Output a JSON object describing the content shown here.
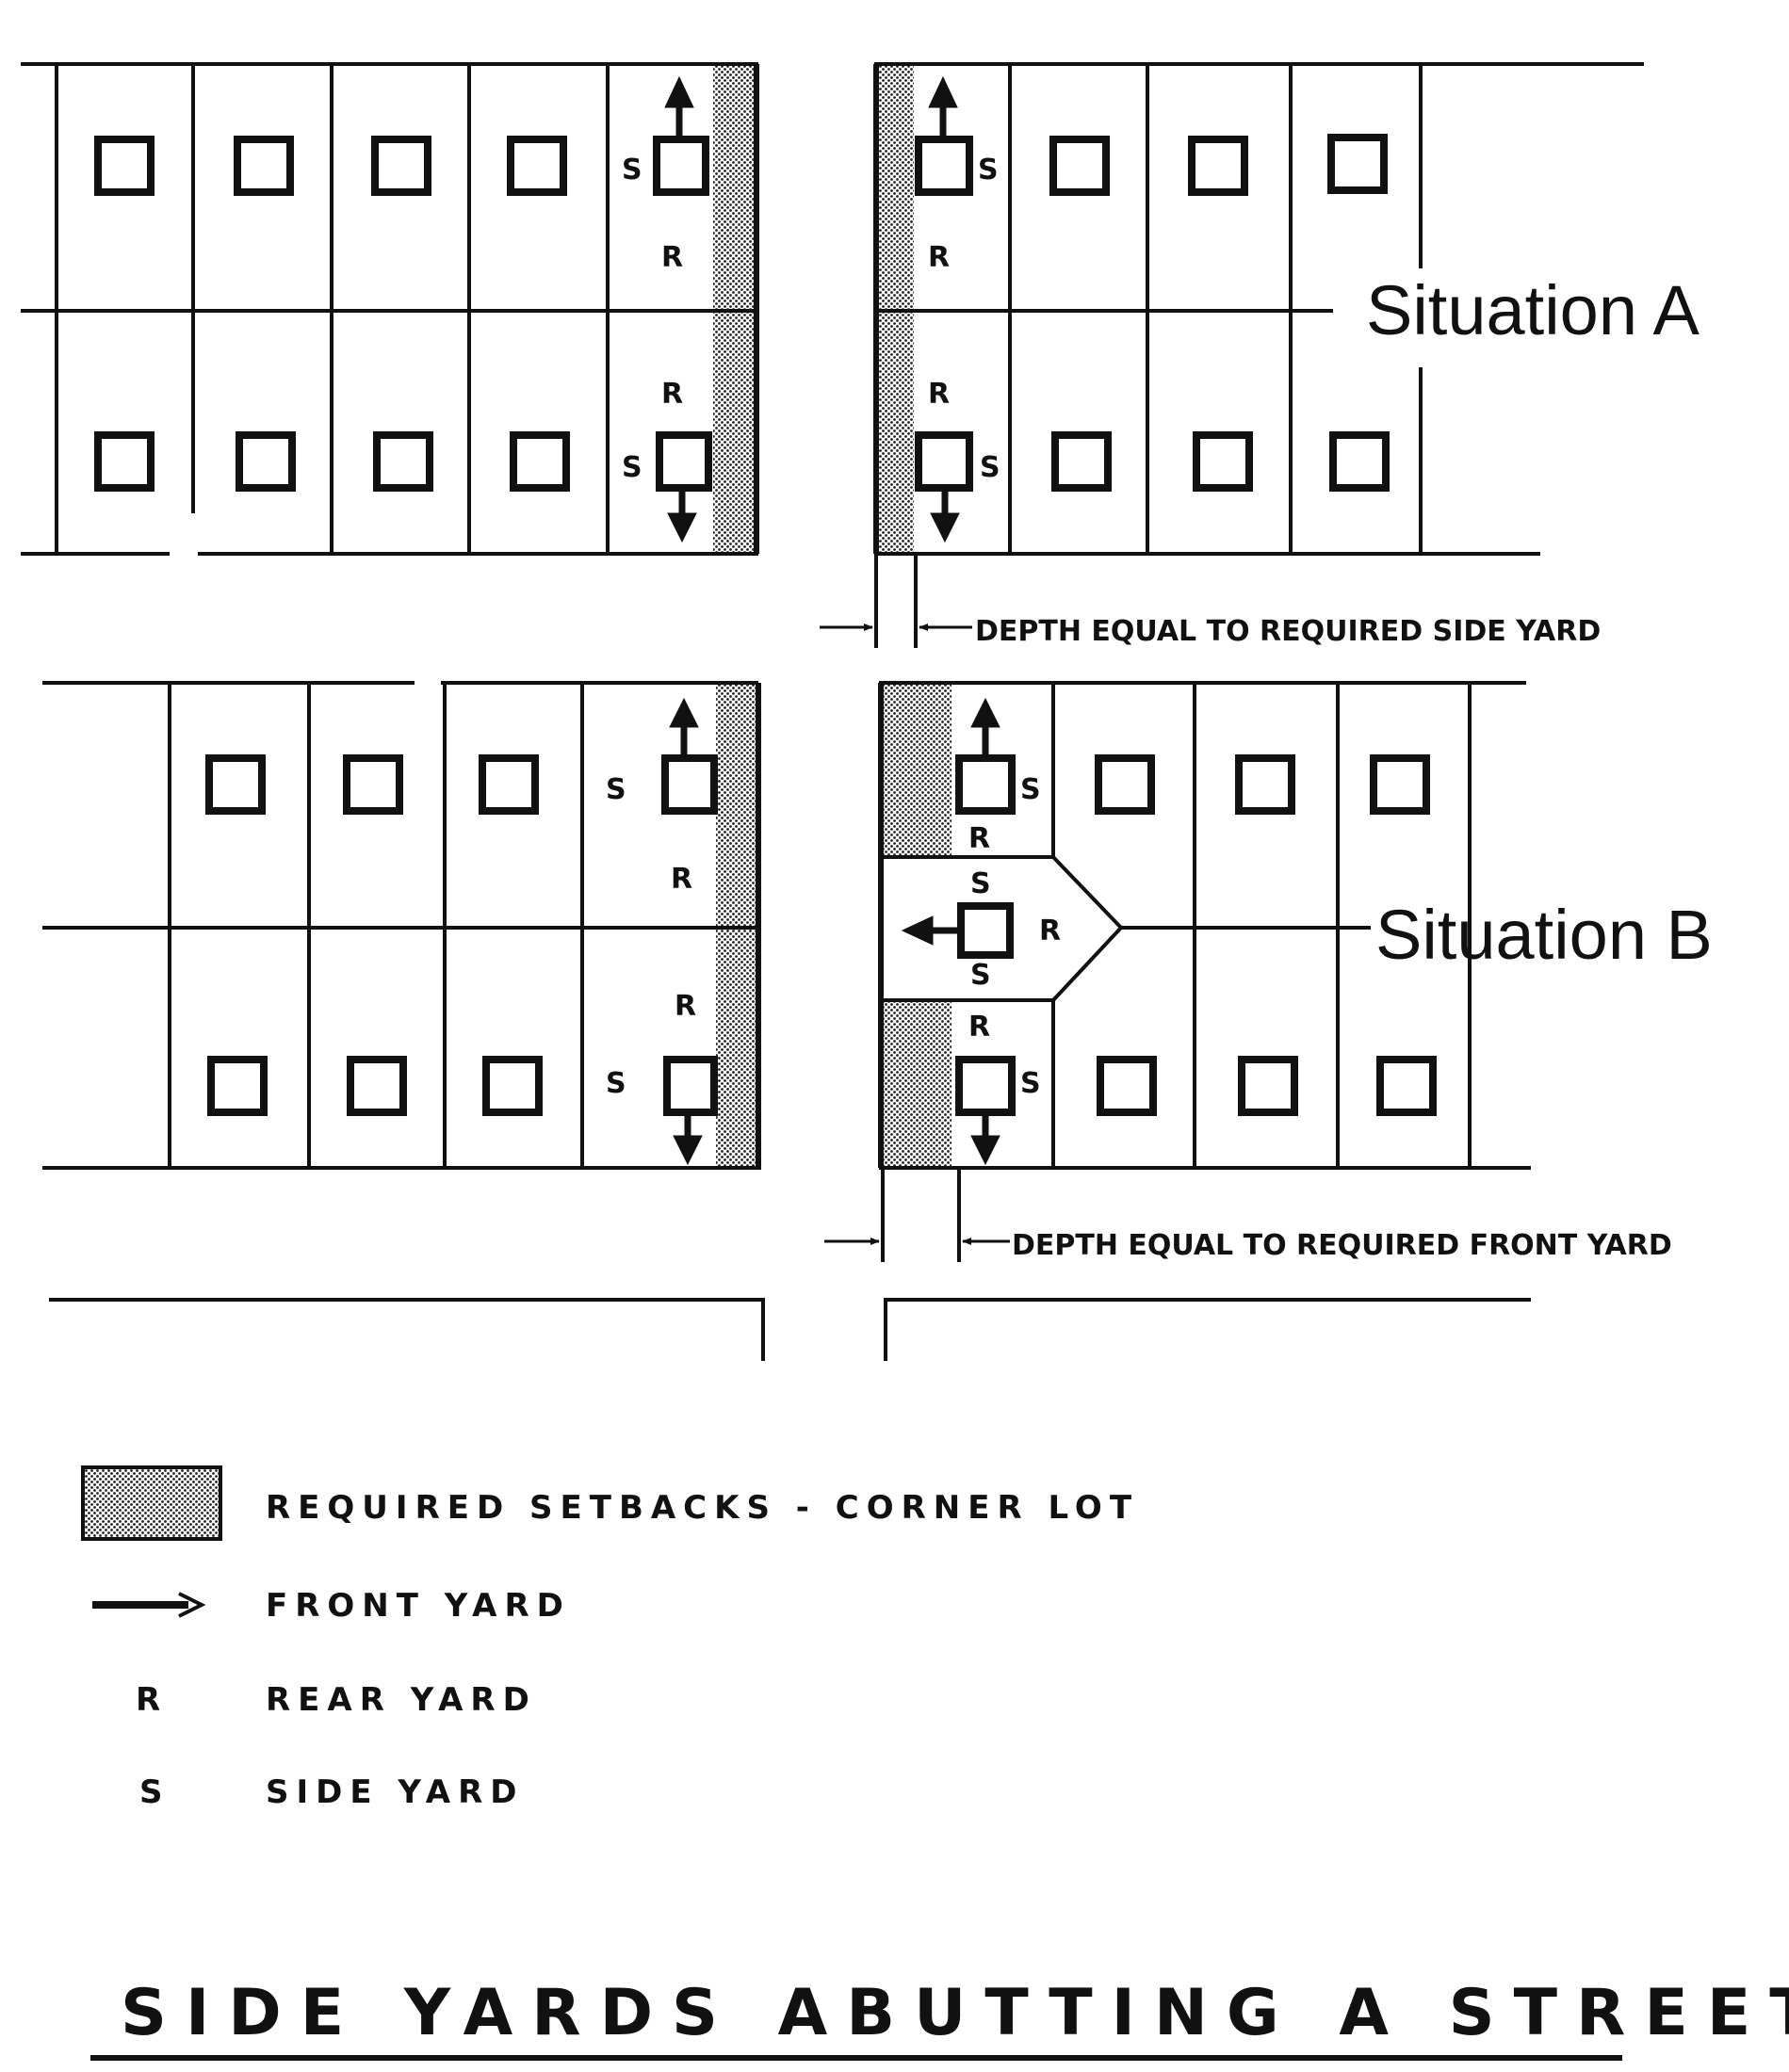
{
  "situations": {
    "a_label": "Situation A",
    "b_label": "Situation B"
  },
  "yard_marks": {
    "side": "S",
    "rear": "R"
  },
  "dimensions": {
    "side_yard_note": "DEPTH EQUAL TO REQUIRED SIDE YARD",
    "front_yard_note": "DEPTH EQUAL TO REQUIRED FRONT YARD"
  },
  "legend": {
    "items": [
      {
        "key": "shaded-swatch",
        "label": "REQUIRED SETBACKS - CORNER LOT"
      },
      {
        "key": "arrow",
        "label": "FRONT YARD"
      },
      {
        "key": "R",
        "label": "REAR YARD"
      },
      {
        "key": "S",
        "label": "SIDE YARD"
      }
    ]
  },
  "title": "SIDE YARDS ABUTTING A STREET",
  "colors": {
    "ink": "#111111",
    "background": "#ffffff",
    "setback_shading": "#9a9a9a"
  }
}
